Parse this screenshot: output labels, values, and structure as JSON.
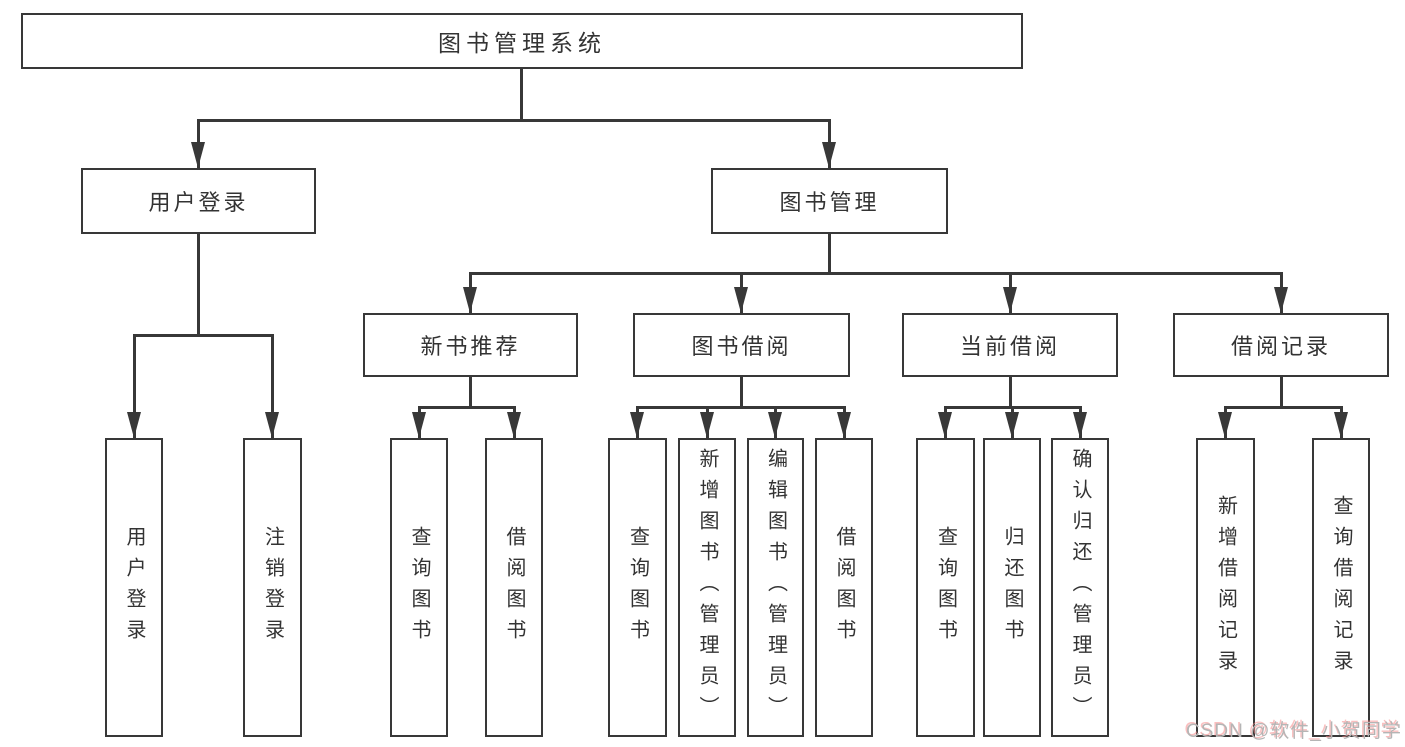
{
  "diagram": {
    "root": "图书管理系统",
    "user_login_branch": {
      "label": "用户登录",
      "children": [
        "用户登录",
        "注销登录"
      ]
    },
    "book_mgmt_branch": {
      "label": "图书管理",
      "sections": [
        {
          "label": "新书推荐",
          "children": [
            "查询图书",
            "借阅图书"
          ]
        },
        {
          "label": "图书借阅",
          "children": [
            "查询图书",
            "新增图书（管理员）",
            "编辑图书（管理员）",
            "借阅图书"
          ]
        },
        {
          "label": "当前借阅",
          "children": [
            "查询图书",
            "归还图书",
            "确认归还（管理员）"
          ]
        },
        {
          "label": "借阅记录",
          "children": [
            "新增借阅记录",
            "查询借阅记录"
          ]
        }
      ]
    },
    "watermark": "CSDN @软件_小贺同学"
  },
  "colors": {
    "line": "#383838",
    "text": "#333333",
    "watermark": "#b5b5b5"
  }
}
